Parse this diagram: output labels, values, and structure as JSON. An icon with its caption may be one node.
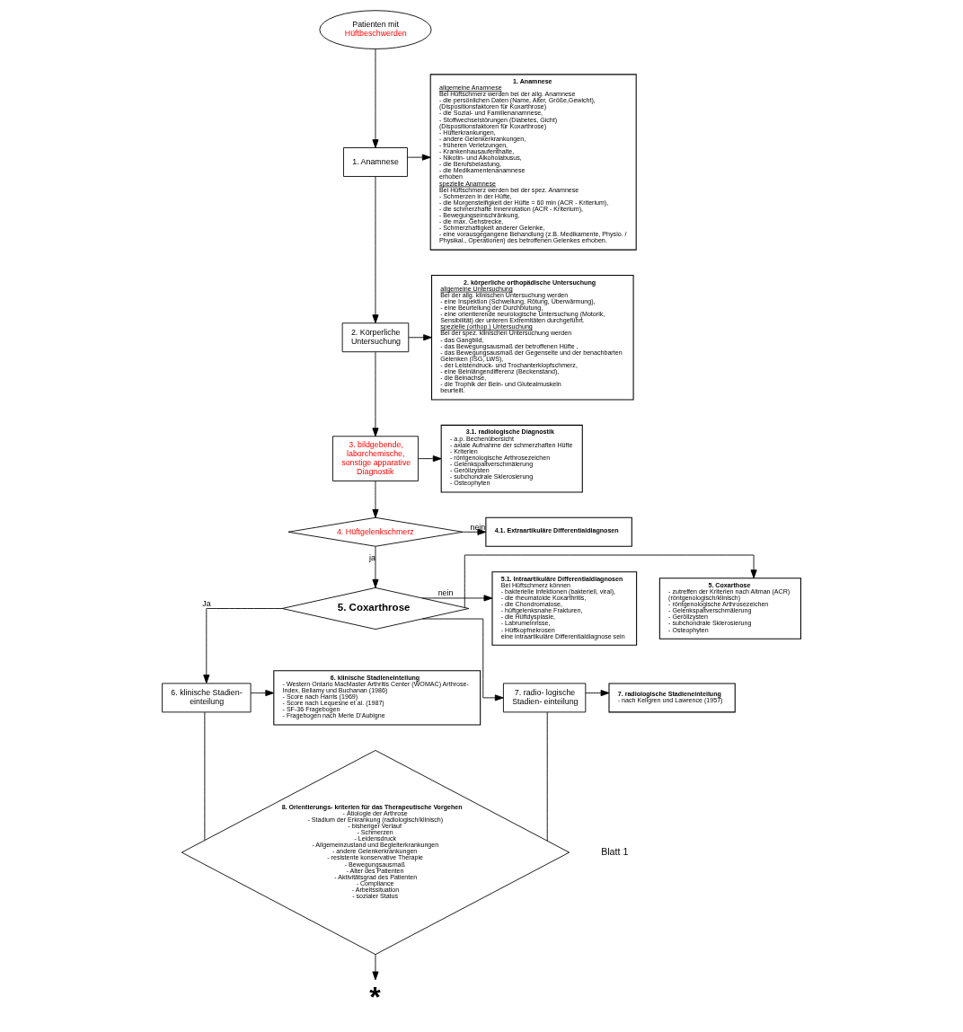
{
  "diagram": {
    "nodes": [
      {
        "text": [
          "Patienten mit",
          "Hüftbeschwerden"
        ]
      },
      {
        "text": [
          "1. Anamnese"
        ]
      },
      {
        "text": [
          "2. Körperliche Untersuchung"
        ]
      },
      {
        "text": [
          "3. bildgebende, laborchemische, sonstige apparative Diagnostik"
        ]
      },
      {
        "text": [
          "4. Hüftgelenkschmerz"
        ]
      },
      {
        "text": [
          "5. Coxarthrose"
        ]
      },
      {
        "text": [
          "6. klinische Stadien- einteilung"
        ]
      },
      {
        "text": [
          "7. radio- logische Stadien- einteilung"
        ]
      },
      {
        "text": [
          "8. Orientierungs- kriterien für das Therapeutische Vorgehen",
          "- Ätiologie der Arthrose",
          "- Stadium der Erkrankung (radiologisch/klinisch)",
          "- bisheriger Verlauf",
          "- Schmerzen",
          "- Leidensdruck",
          "- Allgemeinzustand und Begleiterkrankungen",
          "- andere Gelenkerkrankungen",
          "- resistente konservative Therapie",
          "- Bewegungsausmaß",
          "- Alter des Patienten",
          "- Aktivitätsgrad des Patienten",
          "- Compliance",
          "- Arbeitssituation",
          "- sozialer Status"
        ]
      },
      {
        "text": [
          "*"
        ]
      },
      {
        "text": [
          "1. Anamnese",
          "allgemeine Anamnese",
          "Bei Hüftschmerz werden bei der allg. Anamnese",
          "- die persönlichen Daten (Name, Alter, Größe,Gewicht), (Dispositionsfaktoren für Koxarthrose)",
          "- die Sozial- und Familienanamnese,",
          "- Stoffwechselstörungen (Diabetes, Gicht) (Dispositionsfaktoren für Koxarthrose)",
          "- Hüfterkrankungen,",
          "- andere Gelenkerkrankungen,",
          "- früheren Verletzungen,",
          "- Krankenhausaufenthalte,",
          "- Nikotin- und Alkoholabusus,",
          "- die Berufsbelastung,",
          "- die Medikamentenanamnese",
          "erhoben",
          "spezielle Anamnese",
          "Bei Hüftschmerz werden bei der spez. Anamnese",
          "- Schmerzen in der Hüfte,",
          "- die Morgensteifigkeit der Hüfte = 60 min (ACR - Kriterium),",
          "- die schmerzhafte Innenrotation (ACR - Kriterium),",
          "- Bewegungseinschränkung,",
          "- die max. Gehstrecke,",
          "- Schmerzhaftigkeit anderer Gelenke,",
          "- eine vorausgegangene Behandlung (z.B. Medikamente, Physio. / Physikal., Operationen) des betroffenen Gelenkes erhoben."
        ]
      },
      {
        "text": [
          "2. körperliche orthopädische Untersuchung",
          "allgemeine Untersuchung",
          "Bei der allg. klinischen Untersuchung werden",
          "- eine Inspektion (Schwellung, Rötung, Überwärmung),",
          "- eine Beurteilung der Durchblutung,",
          "- eine orientierende neurologische Untersuchung (Motorik, Sensibilität) der unteren Extremitäten durchgeführt.",
          "spezielle (orthop.) Untersuchung",
          "Bei der spez. klinischen Untersuchung werden",
          "- das Gangbild,",
          "- das Bewegungsausmaß der betroffenen Hüfte ,",
          "- das Bewegungsausmaß der Gegenseite und der benachbarten Gelenken (ISG, LWS),",
          "- der Leistendruck- und Trochanterklopfschmerz,",
          "- eine Beinlängendifferenz (Beckenstand),",
          "- die Beinachse,",
          "- die Trophik der Bein- und Glutealmuskeln",
          "beurteilt."
        ]
      },
      {
        "text": [
          "3.1. radiologische Diagnostik",
          "- a.p. Bechenübersicht",
          "- axiale Aufnahme der schmerzhaften Hüfte",
          "- Kriterien",
          "- röntgenologische Arthrosezeichen",
          "- Gelenkspaltverschmälerung",
          "- Geröllzysten",
          "- subchondrale Sklerosierung",
          "- Osteophyten"
        ]
      },
      {
        "text": [
          "4.1. Extraartikuläre Differentialdiagnosen"
        ]
      },
      {
        "text": [
          "5. Coxarthose",
          "- zutreffen der Kriterien nach Altman (ACR) (röntgenologisch/klinisch)",
          "- röntgenologische Arthrosezeichen",
          "- Gelenkspaltverschmälerung",
          "- Geröllzysten",
          "- subchondrale Sklerosierung",
          "- Osteophyten"
        ]
      },
      {
        "text": [
          "5.1. Intraartikuläre Differentialdiagnosen",
          "Bei Hüftschmerz können",
          "- bakterielle Infektionen (bakteriell, viral),",
          "- die rheumatoide Koxarthritis,",
          "- die Chondromatose,",
          "- hüftgelenksnahe Frakturen,",
          "- die Hüftdysplasie,",
          "- Labrumeinrisse,",
          "- Hüftkopfnekrosen",
          "eine intraartikuläre Differentialdiagnose sein"
        ]
      },
      {
        "text": [
          "6. klinische Stadieneinteilung",
          "- Western Ontario MacMaster Arthritis Center (WOMAC) Arthrose-Index, Bellamy und Buchanan (1986)",
          "- Score nach Harris (1969)",
          "- Score nach Lequesne et al. (1987)",
          "- SF-36 Fragebogen",
          "- Fragebogen nach Merle D'Aubigne"
        ]
      },
      {
        "text": [
          "7. radiologische Stadieneinteilung",
          "- nach Kellgren und Lawrence (1957)"
        ]
      }
    ],
    "edges": [
      {
        "from": 0,
        "to": 1,
        "arrow": "to"
      },
      {
        "from": 1,
        "to": 2,
        "arrow": "to"
      },
      {
        "from": 1,
        "to": 10,
        "arrow": "to"
      },
      {
        "from": 2,
        "to": 11,
        "arrow": "to"
      },
      {
        "from": 2,
        "to": 3,
        "arrow": "to"
      },
      {
        "from": 3,
        "to": 12,
        "arrow": "to"
      },
      {
        "from": 3,
        "to": 4,
        "arrow": "to"
      },
      {
        "from": 4,
        "to": 13,
        "arrow": "to",
        "label": "nein"
      },
      {
        "from": 4,
        "to": 5,
        "arrow": "to",
        "label": "ja"
      },
      {
        "from": 5,
        "to": 14,
        "arrow": "to"
      },
      {
        "from": 5,
        "to": 15,
        "arrow": "to",
        "label": "nein"
      },
      {
        "from": 5,
        "to": 6,
        "arrow": "to",
        "label": "Ja"
      },
      {
        "from": 5,
        "to": 7,
        "arrow": "to"
      },
      {
        "from": 6,
        "to": 16,
        "arrow": "to"
      },
      {
        "from": 7,
        "to": 17,
        "arrow": "to"
      },
      {
        "from": 6,
        "to": 8,
        "arrow": "none"
      },
      {
        "from": 7,
        "to": 8,
        "arrow": "none"
      },
      {
        "from": 8,
        "to": 9,
        "arrow": "to"
      }
    ],
    "labels": [
      "Blatt 1"
    ]
  }
}
